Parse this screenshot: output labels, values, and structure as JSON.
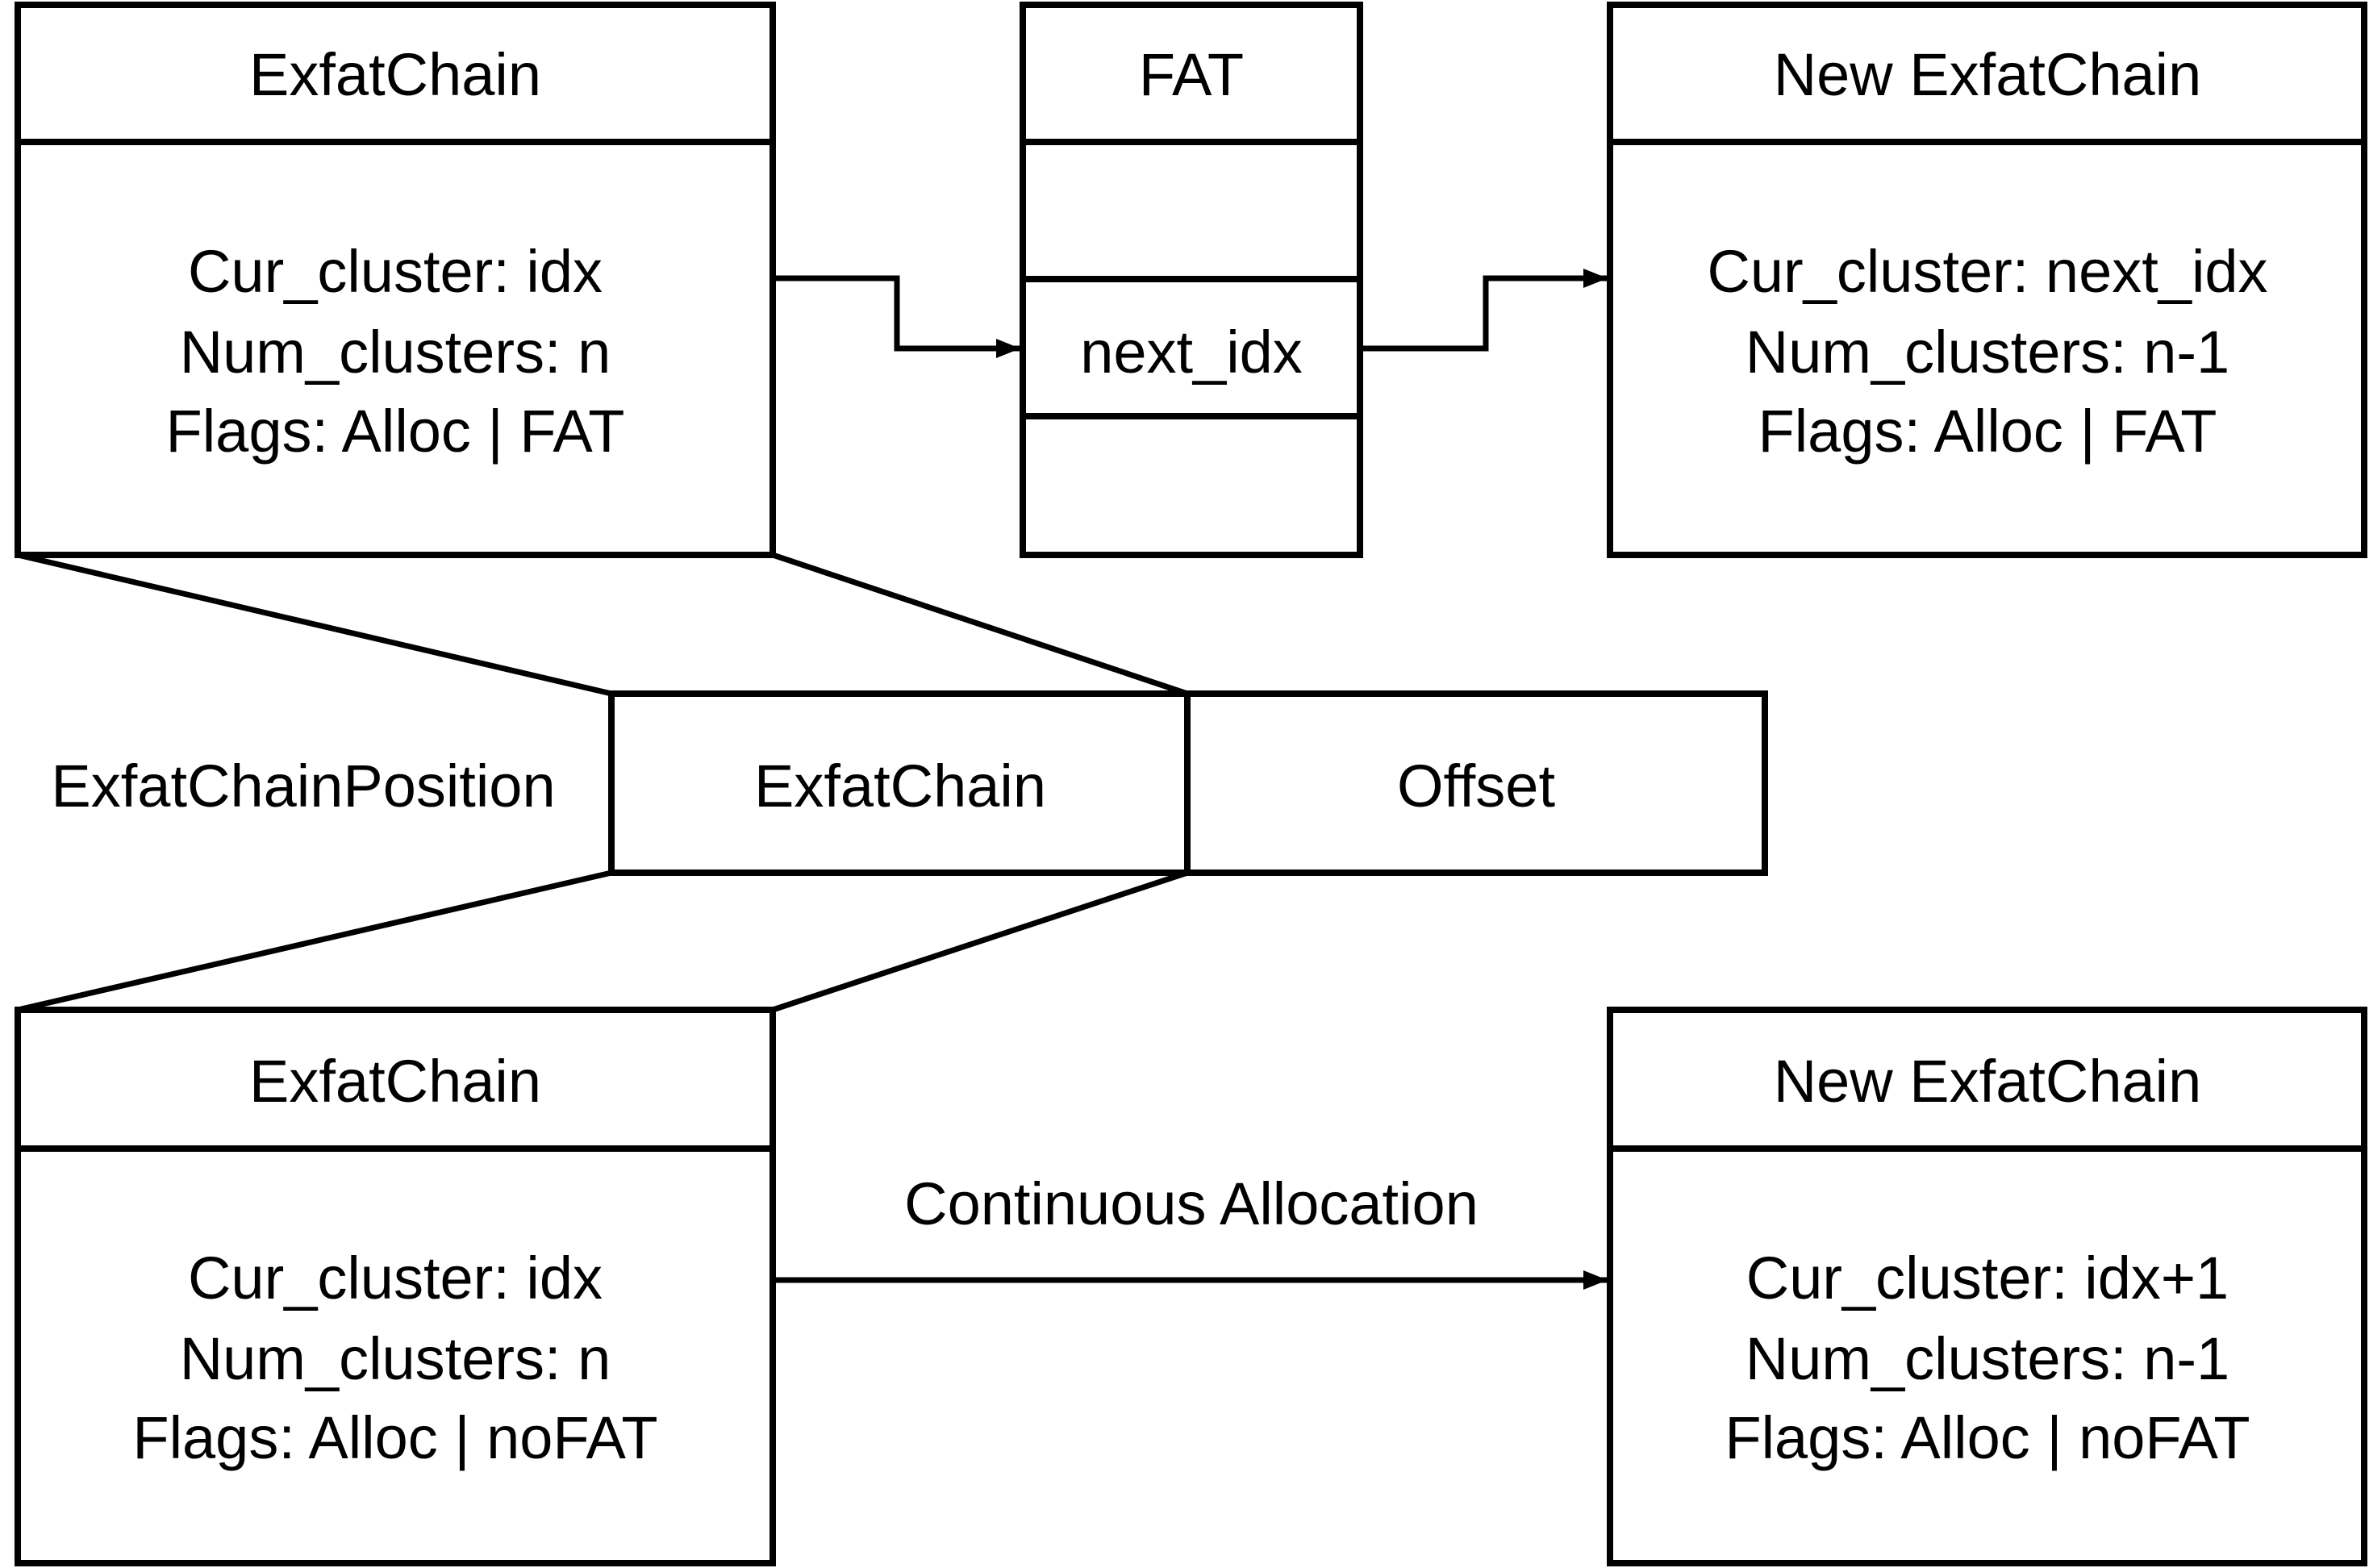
{
  "colors": {
    "stroke": "#000000",
    "background": "#ffffff"
  },
  "top": {
    "chain_box": {
      "title": "ExfatChain",
      "lines": [
        "Cur_cluster: idx",
        "Num_clusters: n",
        "Flags: Alloc | FAT"
      ]
    },
    "fat_table": {
      "title": "FAT",
      "entry": "next_idx"
    },
    "new_chain_box": {
      "title": "New ExfatChain",
      "lines": [
        "Cur_cluster: next_idx",
        "Num_clusters: n-1",
        "Flags: Alloc | FAT"
      ]
    }
  },
  "position": {
    "label": "ExfatChainPosition",
    "fields": [
      "ExfatChain",
      "Offset"
    ]
  },
  "bottom": {
    "chain_box": {
      "title": "ExfatChain",
      "lines": [
        "Cur_cluster: idx",
        "Num_clusters: n",
        "Flags: Alloc | noFAT"
      ]
    },
    "arrow_label": "Continuous Allocation",
    "new_chain_box": {
      "title": "New ExfatChain",
      "lines": [
        "Cur_cluster: idx+1",
        "Num_clusters: n-1",
        "Flags: Alloc | noFAT"
      ]
    }
  }
}
